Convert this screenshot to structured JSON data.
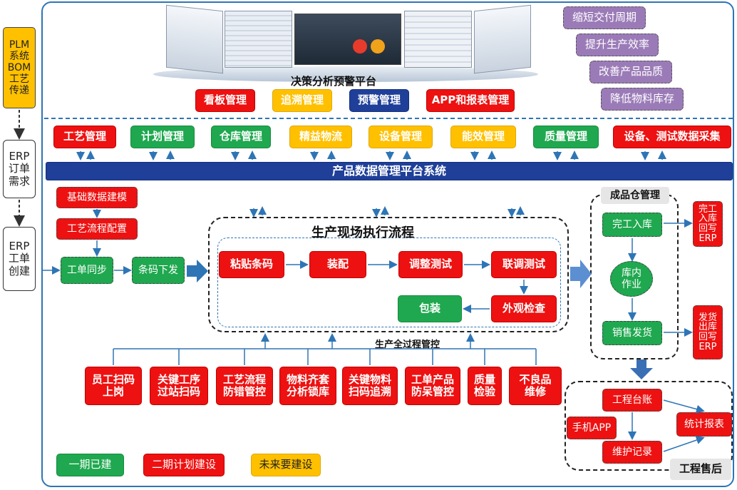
{
  "left_column": {
    "plm": "PLM\n系统\nBOM\n工艺\n传递",
    "erp_order": "ERP\n订单\n需求",
    "erp_work": "ERP\n工单\n创建"
  },
  "top": {
    "platform_title": "决策分析预警平台",
    "modules": [
      "看板管理",
      "追溯管理",
      "预警管理",
      "APP和报表管理"
    ],
    "goals": [
      "缩短交付周期",
      "提升生产效率",
      "改善产品品质",
      "降低物料库存"
    ]
  },
  "middle_modules": [
    "工艺管理",
    "计划管理",
    "仓库管理",
    "精益物流",
    "设备管理",
    "能效管理",
    "质量管理",
    "设备、测试数据采集"
  ],
  "pdm_bar": "产品数据管理平台系统",
  "prep": {
    "items": [
      "基础数据建模",
      "工艺流程配置",
      "工单同步",
      "条码下发"
    ]
  },
  "execution": {
    "title": "生产现场执行流程",
    "steps": [
      "粘贴条码",
      "装配",
      "调整测试",
      "联调测试",
      "外观检查",
      "包装"
    ],
    "control_label": "生产全过程管控",
    "controls": [
      "员工扫码\n上岗",
      "关键工序\n过站扫码",
      "工艺流程\n防错管控",
      "物料齐套\n分析锁库",
      "关键物料\n扫码追溯",
      "工单产品\n防呆管控",
      "质量\n检验",
      "不良品\n维修"
    ]
  },
  "warehouse": {
    "title": "成品仓管理",
    "items": [
      "完工入库",
      "库内\n作业",
      "销售发货"
    ],
    "erp_in": "完工\n入库\n回写\nERP",
    "erp_out": "发货\n出库\n回写\nERP"
  },
  "aftersales": {
    "title": "工程售后",
    "items": [
      "工程台账",
      "手机APP",
      "统计报表",
      "维护记录"
    ]
  },
  "legend": [
    "一期已建",
    "二期计划建设",
    "未来要建设"
  ],
  "colors": {
    "red": "#ee1111",
    "green": "#1fa84f",
    "yellow": "#ffc000",
    "navy": "#1f3f99",
    "purple": "#9b7bb7",
    "arrow_blue": "#2e75b6"
  }
}
